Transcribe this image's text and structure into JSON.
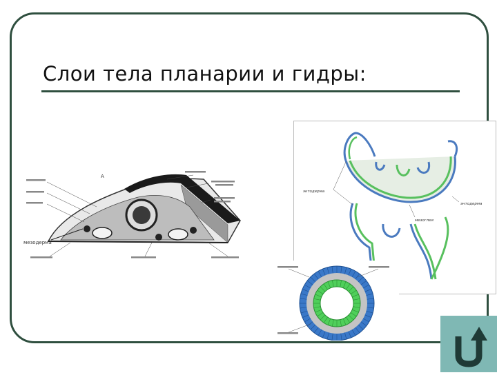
{
  "slide": {
    "title": "Слои тела планарии и гидры:"
  },
  "planaria": {
    "marker": "А",
    "mesoderm_label": "мезодерма"
  },
  "hydra": {
    "label_left": "эктодерма",
    "label_right": "энтодерма",
    "label_mid": "мезоглея"
  },
  "navigation": {
    "back_icon": "u-turn-arrow-icon",
    "button_color": "#7fb8b4"
  },
  "colors": {
    "frame": "#2f4f3f",
    "ectoderm_blue": "#3a78c8",
    "endoderm_green": "#4fcf5a",
    "mesoglea_gray": "#c4c4c4"
  }
}
